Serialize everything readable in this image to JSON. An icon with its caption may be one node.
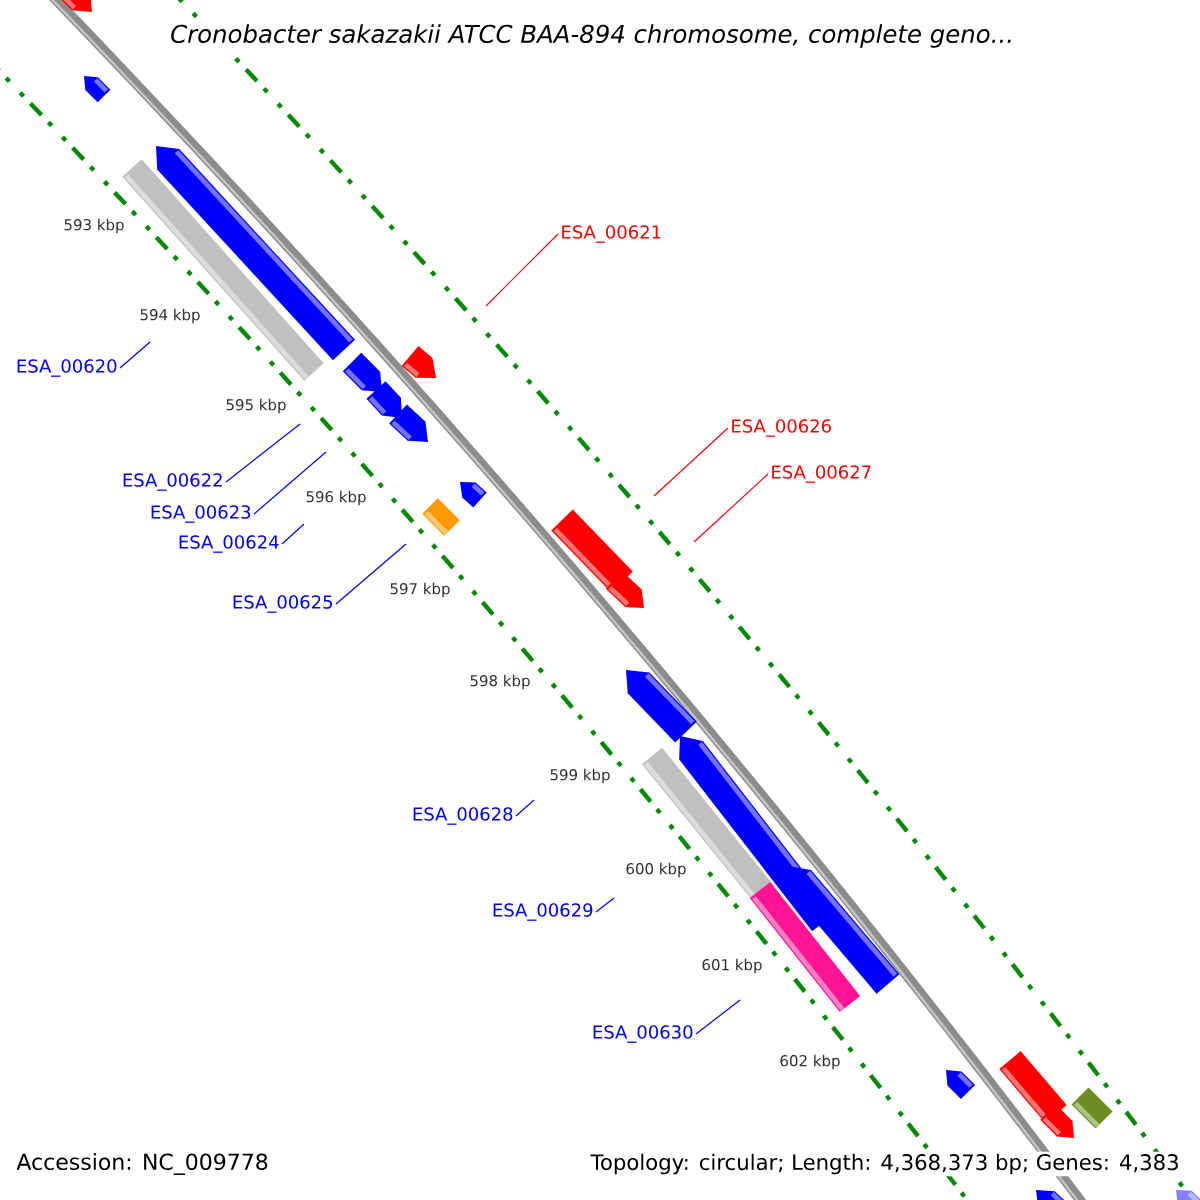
{
  "diagram": {
    "title": "Cronobacter sakazakii ATCC BAA-894 chromosome, complete geno...",
    "nodes": [
      {
        "text": [
          "ESA_00621"
        ]
      },
      {
        "text": [
          "ESA_00620"
        ]
      },
      {
        "text": [
          "ESA_00626"
        ]
      },
      {
        "text": [
          "ESA_00627"
        ]
      },
      {
        "text": [
          "ESA_00622"
        ]
      },
      {
        "text": [
          "ESA_00623"
        ]
      },
      {
        "text": [
          "ESA_00624"
        ]
      },
      {
        "text": [
          "ESA_00625"
        ]
      },
      {
        "text": [
          "ESA_00628"
        ]
      },
      {
        "text": [
          "ESA_00629"
        ]
      },
      {
        "text": [
          "ESA_00630"
        ]
      }
    ],
    "edges": [
      {
        "from": 0,
        "to": null,
        "arrow": "none",
        "color": "#ff0000"
      },
      {
        "from": 1,
        "to": null,
        "arrow": "none"
      },
      {
        "from": 2,
        "to": null,
        "arrow": "none",
        "color": "#ff0000"
      },
      {
        "from": 3,
        "to": null,
        "arrow": "none",
        "color": "#ff0000"
      },
      {
        "from": 4,
        "to": null,
        "arrow": "none"
      },
      {
        "from": 5,
        "to": null,
        "arrow": "none"
      },
      {
        "from": 6,
        "to": null,
        "arrow": "none"
      },
      {
        "from": 7,
        "to": null,
        "arrow": "none"
      },
      {
        "from": 8,
        "to": null,
        "arrow": "none"
      },
      {
        "from": 9,
        "to": null,
        "arrow": "none"
      },
      {
        "from": 10,
        "to": null,
        "arrow": "none"
      }
    ],
    "labels": [
      "593 kbp",
      "594 kbp",
      "595 kbp",
      "596 kbp",
      "597 kbp",
      "598 kbp",
      "599 kbp",
      "600 kbp",
      "601 kbp",
      "602 kbp",
      "Accession: NC_009778",
      "Topology: circular; Length: 4,368,373 bp; Genes: 4,383"
    ]
  }
}
